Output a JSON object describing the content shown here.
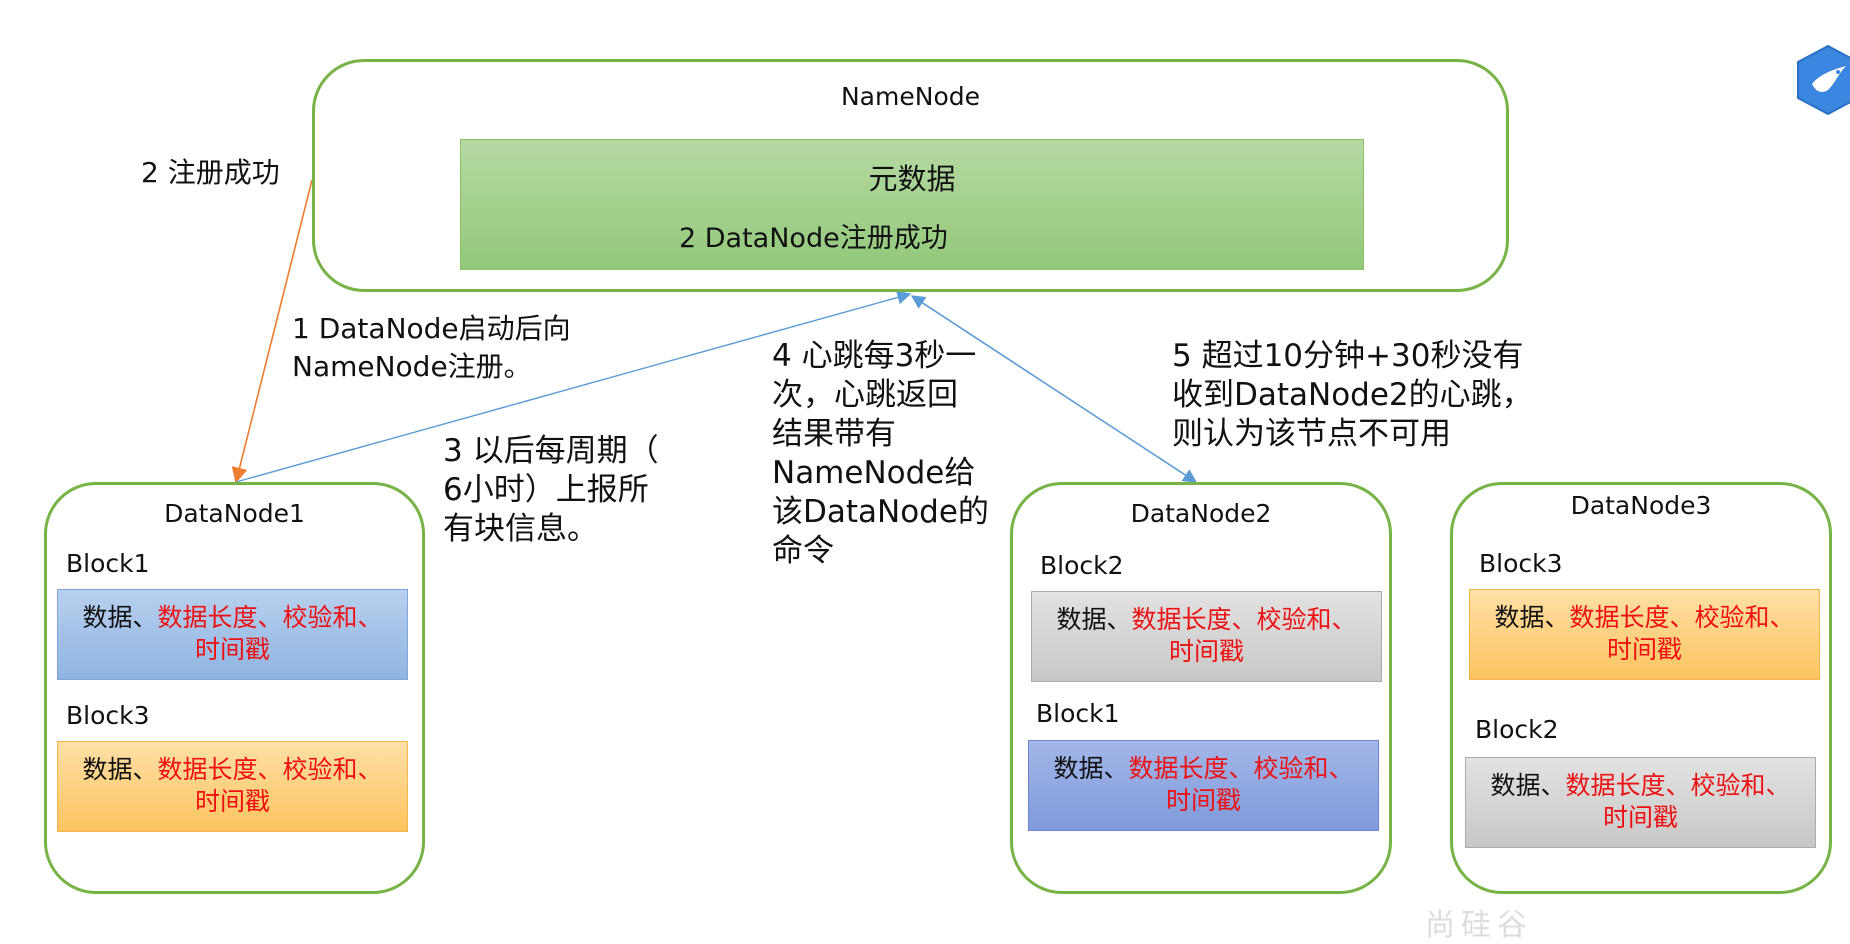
{
  "namenode": {
    "title": "NameNode",
    "metadata_title": "元数据",
    "metadata_sub": "2 DataNode注册成功"
  },
  "notes": {
    "register_success": "2 注册成功",
    "step1_line1": "1 DataNode启动后向",
    "step1_line2": "NameNode注册。",
    "step3_line1": "3 以后每周期（",
    "step3_line2": "6小时）上报所",
    "step3_line3": "有块信息。",
    "step4_line1": "4 心跳每3秒一",
    "step4_line2": "次，心跳返回",
    "step4_line3": "结果带有",
    "step4_line4": "NameNode给",
    "step4_line5": "该DataNode的",
    "step4_line6": "命令",
    "step5_line1": "5 超过10分钟+30秒没有",
    "step5_line2": "收到DataNode2的心跳，",
    "step5_line3": "则认为该节点不可用"
  },
  "block_text": {
    "data": "数据、",
    "red_line1": "数据长度、校验和、",
    "red_line2": "时间戳"
  },
  "datanodes": [
    {
      "title": "DataNode1",
      "blocks": [
        {
          "label": "Block1"
        },
        {
          "label": "Block3"
        }
      ]
    },
    {
      "title": "DataNode2",
      "blocks": [
        {
          "label": "Block2"
        },
        {
          "label": "Block1"
        }
      ]
    },
    {
      "title": "DataNode3",
      "blocks": [
        {
          "label": "Block3"
        },
        {
          "label": "Block2"
        }
      ]
    }
  ],
  "watermark": "尚硅谷",
  "colors": {
    "node_border": "#77b347",
    "register_arrow": "#ed7d31",
    "heartbeat_arrow": "#5b9bd5",
    "red_text": "#ee1111"
  },
  "icons": {
    "logo": "bird-shield-icon"
  }
}
